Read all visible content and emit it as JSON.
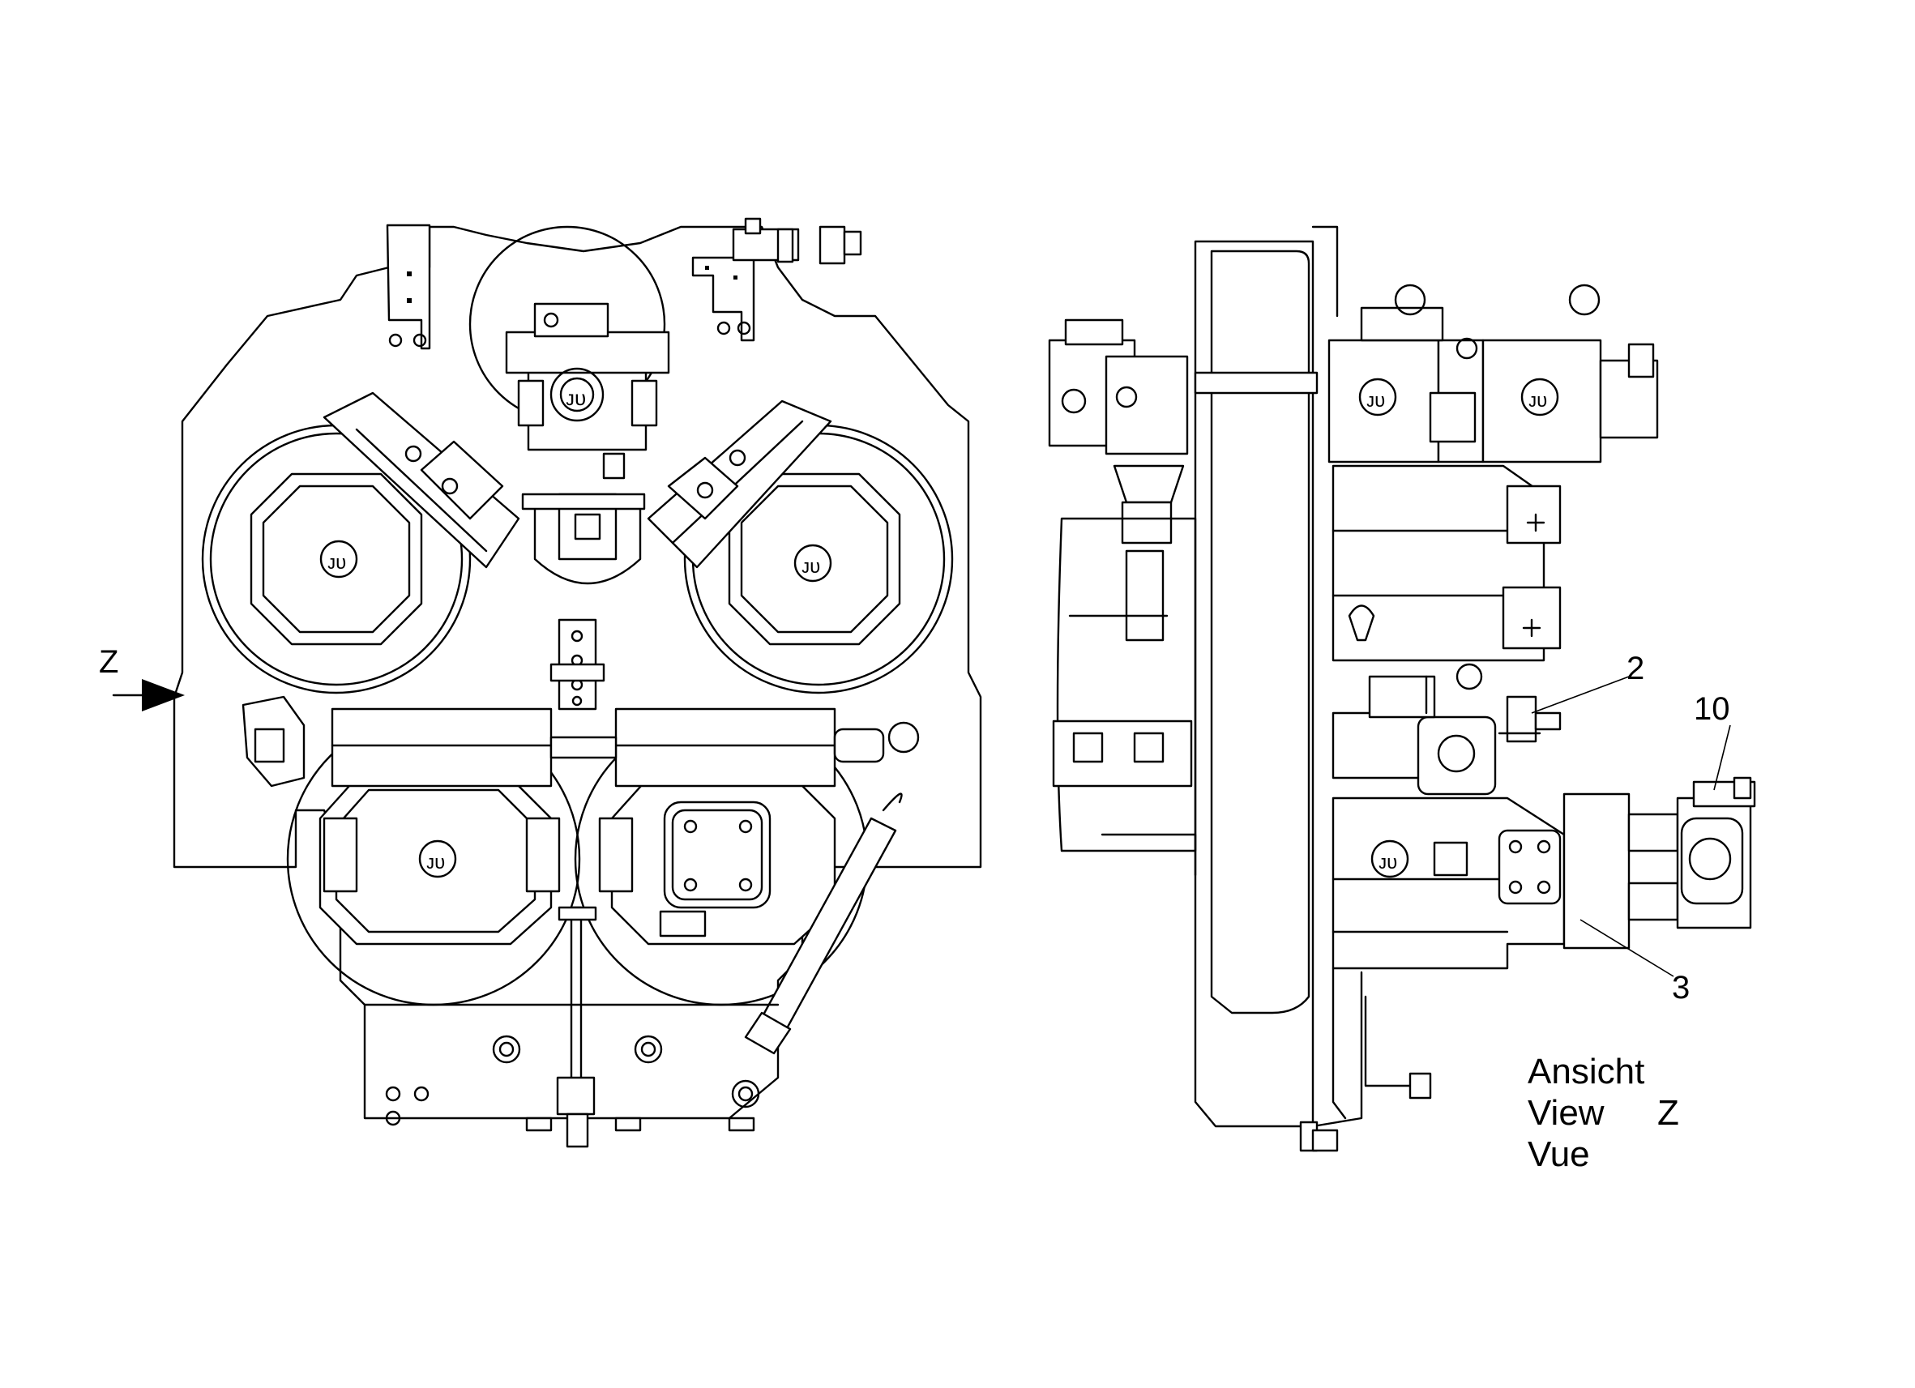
{
  "view_arrow": {
    "letter": "Z"
  },
  "callouts": [
    {
      "id": "2",
      "text": "2"
    },
    {
      "id": "10",
      "text": "10"
    },
    {
      "id": "3",
      "text": "3"
    }
  ],
  "caption": {
    "line1": "Ansicht",
    "line2": "View",
    "line3": "Vue",
    "view_letter": "Z"
  },
  "pump_logo_text": "ᴊᴜ"
}
